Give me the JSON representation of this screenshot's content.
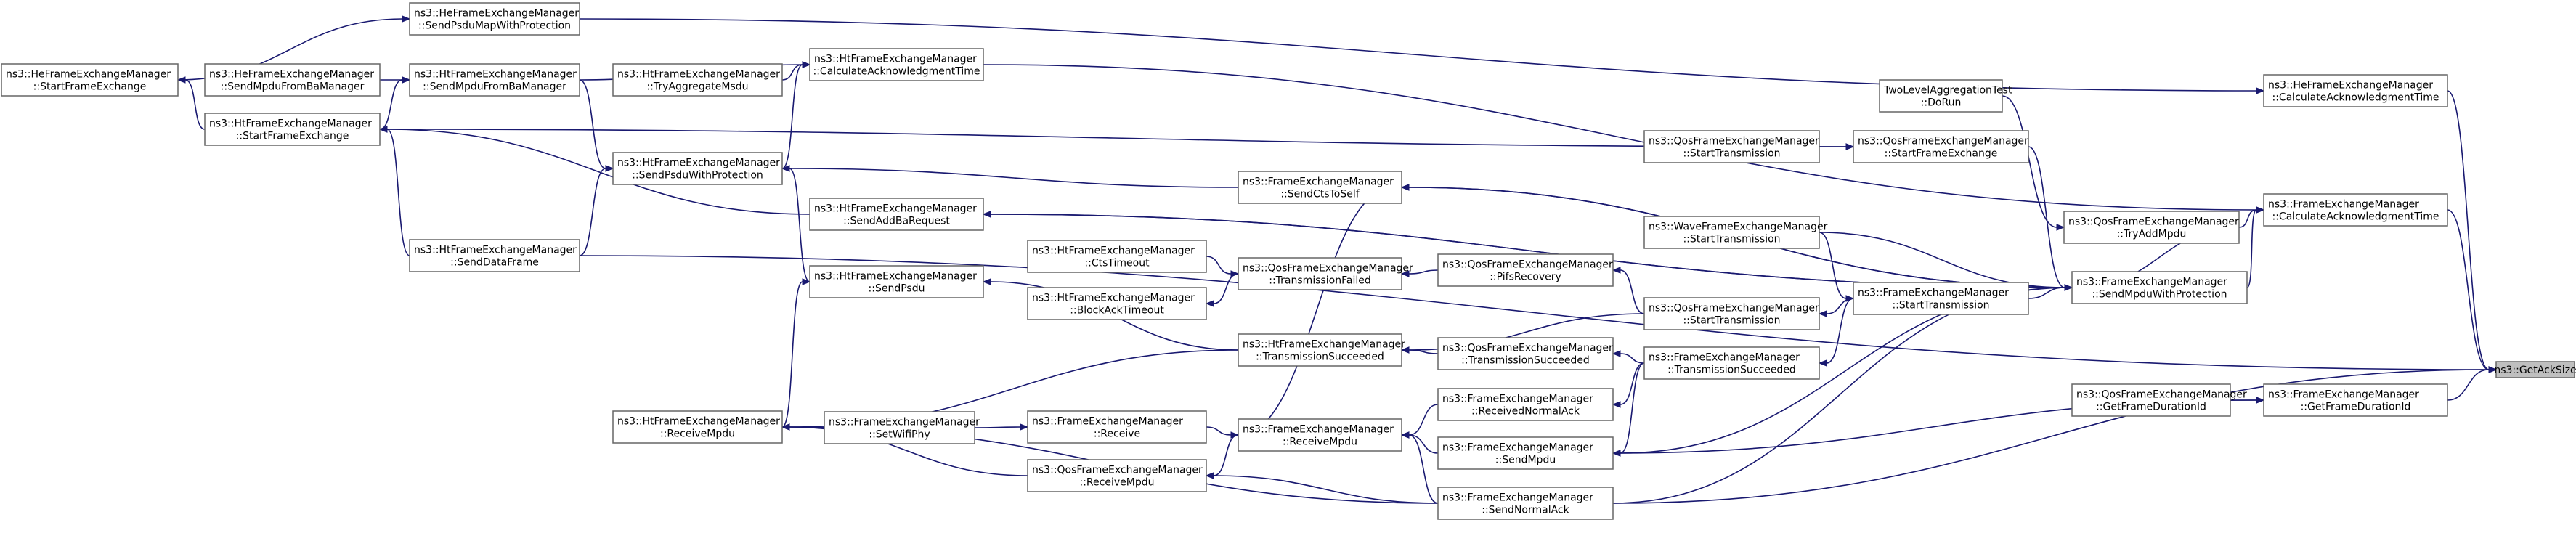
{
  "graph": {
    "nodes": [
      {
        "id": "getacksize",
        "lines": [
          "ns3::GetAckSize"
        ],
        "focus": true
      },
      {
        "id": "he_calcack",
        "lines": [
          "ns3::HeFrameExchangeManager",
          "::CalculateAcknowledgmentTime"
        ]
      },
      {
        "id": "fem_calcack",
        "lines": [
          "ns3::FrameExchangeManager",
          "::CalculateAcknowledgmentTime"
        ]
      },
      {
        "id": "fem_getfdur",
        "lines": [
          "ns3::FrameExchangeManager",
          "::GetFrameDurationId"
        ]
      },
      {
        "id": "qos_getfdur",
        "lines": [
          "ns3::QosFrameExchangeManager",
          "::GetFrameDurationId"
        ]
      },
      {
        "id": "he_sendpsdumap",
        "lines": [
          "ns3::HeFrameExchangeManager",
          "::SendPsduMapWithProtection"
        ]
      },
      {
        "id": "he_startfe",
        "lines": [
          "ns3::HeFrameExchangeManager",
          "::StartFrameExchange"
        ]
      },
      {
        "id": "ht_calcack",
        "lines": [
          "ns3::HtFrameExchangeManager",
          "::CalculateAcknowledgmentTime"
        ]
      },
      {
        "id": "ht_sendmpduba",
        "lines": [
          "ns3::HtFrameExchangeManager",
          "::SendMpduFromBaManager"
        ]
      },
      {
        "id": "he_sendmpduba",
        "lines": [
          "ns3::HeFrameExchangeManager",
          "::SendMpduFromBaManager"
        ]
      },
      {
        "id": "ht_tryagg",
        "lines": [
          "ns3::HtFrameExchangeManager",
          "::TryAggregateMsdu"
        ]
      },
      {
        "id": "ht_startfe",
        "lines": [
          "ns3::HtFrameExchangeManager",
          "::StartFrameExchange"
        ]
      },
      {
        "id": "ht_sendpsduprot",
        "lines": [
          "ns3::HtFrameExchangeManager",
          "::SendPsduWithProtection"
        ]
      },
      {
        "id": "ht_sendaddba",
        "lines": [
          "ns3::HtFrameExchangeManager",
          "::SendAddBaRequest"
        ]
      },
      {
        "id": "ht_senddata",
        "lines": [
          "ns3::HtFrameExchangeManager",
          "::SendDataFrame"
        ]
      },
      {
        "id": "ht_sendpsdu",
        "lines": [
          "ns3::HtFrameExchangeManager",
          "::SendPsdu"
        ]
      },
      {
        "id": "ht_recvmpdu",
        "lines": [
          "ns3::HtFrameExchangeManager",
          "::ReceiveMpdu"
        ]
      },
      {
        "id": "fem_sendcts",
        "lines": [
          "ns3::FrameExchangeManager",
          "::SendCtsToSelf"
        ]
      },
      {
        "id": "ht_ctstimeout",
        "lines": [
          "ns3::HtFrameExchangeManager",
          "::CtsTimeout"
        ]
      },
      {
        "id": "ht_blockack",
        "lines": [
          "ns3::HtFrameExchangeManager",
          "::BlockAckTimeout"
        ]
      },
      {
        "id": "qos_txfailed",
        "lines": [
          "ns3::QosFrameExchangeManager",
          "::TransmissionFailed"
        ]
      },
      {
        "id": "qos_pifs",
        "lines": [
          "ns3::QosFrameExchangeManager",
          "::PifsRecovery"
        ]
      },
      {
        "id": "ht_txsucc",
        "lines": [
          "ns3::HtFrameExchangeManager",
          "::TransmissionSucceeded"
        ]
      },
      {
        "id": "qos_txsucc",
        "lines": [
          "ns3::QosFrameExchangeManager",
          "::TransmissionSucceeded"
        ]
      },
      {
        "id": "fem_setwifiphy",
        "lines": [
          "ns3::FrameExchangeManager",
          "::SetWifiPhy"
        ]
      },
      {
        "id": "fem_receive",
        "lines": [
          "ns3::FrameExchangeManager",
          "::Receive"
        ]
      },
      {
        "id": "fem_recvmpdu",
        "lines": [
          "ns3::FrameExchangeManager",
          "::ReceiveMpdu"
        ]
      },
      {
        "id": "qos_recvmpdu",
        "lines": [
          "ns3::QosFrameExchangeManager",
          "::ReceiveMpdu"
        ]
      },
      {
        "id": "fem_recvnormalack",
        "lines": [
          "ns3::FrameExchangeManager",
          "::ReceivedNormalAck"
        ]
      },
      {
        "id": "fem_sendmpdu",
        "lines": [
          "ns3::FrameExchangeManager",
          "::SendMpdu"
        ]
      },
      {
        "id": "fem_sendnormalack",
        "lines": [
          "ns3::FrameExchangeManager",
          "::SendNormalAck"
        ]
      },
      {
        "id": "qos_starttx",
        "lines": [
          "ns3::QosFrameExchangeManager",
          "::StartTransmission"
        ]
      },
      {
        "id": "fem_txsucc",
        "lines": [
          "ns3::FrameExchangeManager",
          "::TransmissionSucceeded"
        ]
      },
      {
        "id": "qos_starttx2",
        "lines": [
          "ns3::QosFrameExchangeManager",
          "::StartTransmission"
        ]
      },
      {
        "id": "qos_startfe",
        "lines": [
          "ns3::QosFrameExchangeManager",
          "::StartFrameExchange"
        ]
      },
      {
        "id": "wave_starttx",
        "lines": [
          "ns3::WaveFrameExchangeManager",
          "::StartTransmission"
        ]
      },
      {
        "id": "fem_starttx",
        "lines": [
          "ns3::FrameExchangeManager",
          "::StartTransmission"
        ]
      },
      {
        "id": "twolevel_dorun",
        "lines": [
          "TwoLevelAggregationTest",
          "::DoRun"
        ]
      },
      {
        "id": "qos_tryaddmpdu",
        "lines": [
          "ns3::QosFrameExchangeManager",
          "::TryAddMpdu"
        ]
      },
      {
        "id": "fem_sendmpduprot",
        "lines": [
          "ns3::FrameExchangeManager",
          "::SendMpduWithProtection"
        ]
      }
    ],
    "edges": [
      {
        "from": "he_calcack",
        "to": "getacksize"
      },
      {
        "from": "fem_calcack",
        "to": "getacksize"
      },
      {
        "from": "fem_getfdur",
        "to": "getacksize"
      },
      {
        "from": "fem_sendnormalack",
        "to": "getacksize"
      },
      {
        "from": "ht_senddata",
        "to": "getacksize"
      },
      {
        "from": "he_sendpsdumap",
        "to": "he_calcack"
      },
      {
        "from": "ht_calcack",
        "to": "fem_calcack"
      },
      {
        "from": "fem_sendmpduprot",
        "to": "fem_calcack"
      },
      {
        "from": "qos_tryaddmpdu",
        "to": "fem_calcack"
      },
      {
        "from": "qos_getfdur",
        "to": "fem_getfdur"
      },
      {
        "from": "fem_sendmpdu",
        "to": "fem_getfdur"
      },
      {
        "from": "he_startfe",
        "to": "he_sendpsdumap"
      },
      {
        "from": "ht_sendmpduba",
        "to": "ht_calcack"
      },
      {
        "from": "ht_tryagg",
        "to": "ht_calcack"
      },
      {
        "from": "ht_sendpsduprot",
        "to": "ht_calcack"
      },
      {
        "from": "he_sendmpduba",
        "to": "ht_sendmpduba"
      },
      {
        "from": "ht_startfe",
        "to": "ht_sendmpduba"
      },
      {
        "from": "ht_startfe",
        "to": "he_startfe"
      },
      {
        "from": "ht_startfe",
        "to": "qos_startfe"
      },
      {
        "from": "ht_sendmpduba",
        "to": "ht_sendpsduprot"
      },
      {
        "from": "ht_senddata",
        "to": "ht_sendpsduprot"
      },
      {
        "from": "ht_sendpsdu",
        "to": "ht_sendpsduprot"
      },
      {
        "from": "fem_sendcts",
        "to": "ht_sendpsduprot"
      },
      {
        "from": "ht_sendaddba",
        "to": "ht_startfe"
      },
      {
        "from": "ht_senddata",
        "to": "ht_startfe"
      },
      {
        "from": "fem_sendmpduprot",
        "to": "ht_sendaddba"
      },
      {
        "from": "ht_recvmpdu",
        "to": "ht_sendpsdu"
      },
      {
        "from": "ht_txsucc",
        "to": "ht_sendpsdu"
      },
      {
        "from": "fem_sendmpduprot",
        "to": "fem_sendcts"
      },
      {
        "from": "fem_recvmpdu",
        "to": "fem_sendcts"
      },
      {
        "from": "ht_ctstimeout",
        "to": "qos_txfailed"
      },
      {
        "from": "qos_txfailed",
        "to": "ht_blockack"
      },
      {
        "from": "qos_pifs",
        "to": "qos_txfailed"
      },
      {
        "from": "qos_starttx",
        "to": "qos_pifs"
      },
      {
        "from": "qos_starttx",
        "to": "ht_txsucc"
      },
      {
        "from": "qos_txsucc",
        "to": "ht_txsucc"
      },
      {
        "from": "ht_txsucc",
        "to": "ht_recvmpdu"
      },
      {
        "from": "fem_txsucc",
        "to": "qos_txsucc"
      },
      {
        "from": "fem_setwifiphy",
        "to": "fem_receive"
      },
      {
        "from": "fem_receive",
        "to": "fem_recvmpdu"
      },
      {
        "from": "fem_recvmpdu",
        "to": "qos_recvmpdu"
      },
      {
        "from": "fem_recvnormalack",
        "to": "fem_recvmpdu"
      },
      {
        "from": "fem_sendmpdu",
        "to": "fem_recvmpdu"
      },
      {
        "from": "fem_sendnormalack",
        "to": "fem_recvmpdu"
      },
      {
        "from": "qos_recvmpdu",
        "to": "ht_recvmpdu"
      },
      {
        "from": "fem_sendnormalack",
        "to": "qos_recvmpdu"
      },
      {
        "from": "fem_sendnormalack",
        "to": "ht_recvmpdu"
      },
      {
        "from": "fem_txsucc",
        "to": "fem_recvnormalack"
      },
      {
        "from": "fem_sendmpduprot",
        "to": "fem_sendmpdu"
      },
      {
        "from": "fem_txsucc",
        "to": "fem_sendmpdu"
      },
      {
        "from": "qos_starttx2",
        "to": "qos_startfe"
      },
      {
        "from": "fem_starttx",
        "to": "qos_starttx"
      },
      {
        "from": "fem_starttx",
        "to": "fem_txsucc"
      },
      {
        "from": "wave_starttx",
        "to": "fem_starttx"
      },
      {
        "from": "qos_startfe",
        "to": "fem_sendmpduprot"
      },
      {
        "from": "wave_starttx",
        "to": "fem_sendmpduprot"
      },
      {
        "from": "fem_starttx",
        "to": "fem_sendmpduprot"
      },
      {
        "from": "qos_tryaddmpdu",
        "to": "fem_sendmpduprot"
      },
      {
        "from": "fem_sendmpduprot",
        "to": "fem_sendcts"
      },
      {
        "from": "twolevel_dorun",
        "to": "qos_tryaddmpdu"
      },
      {
        "from": "fem_sendmpduprot",
        "to": "ht_sendaddba"
      },
      {
        "from": "fem_sendnormalack",
        "to": "fem_sendmpduprot"
      }
    ]
  }
}
